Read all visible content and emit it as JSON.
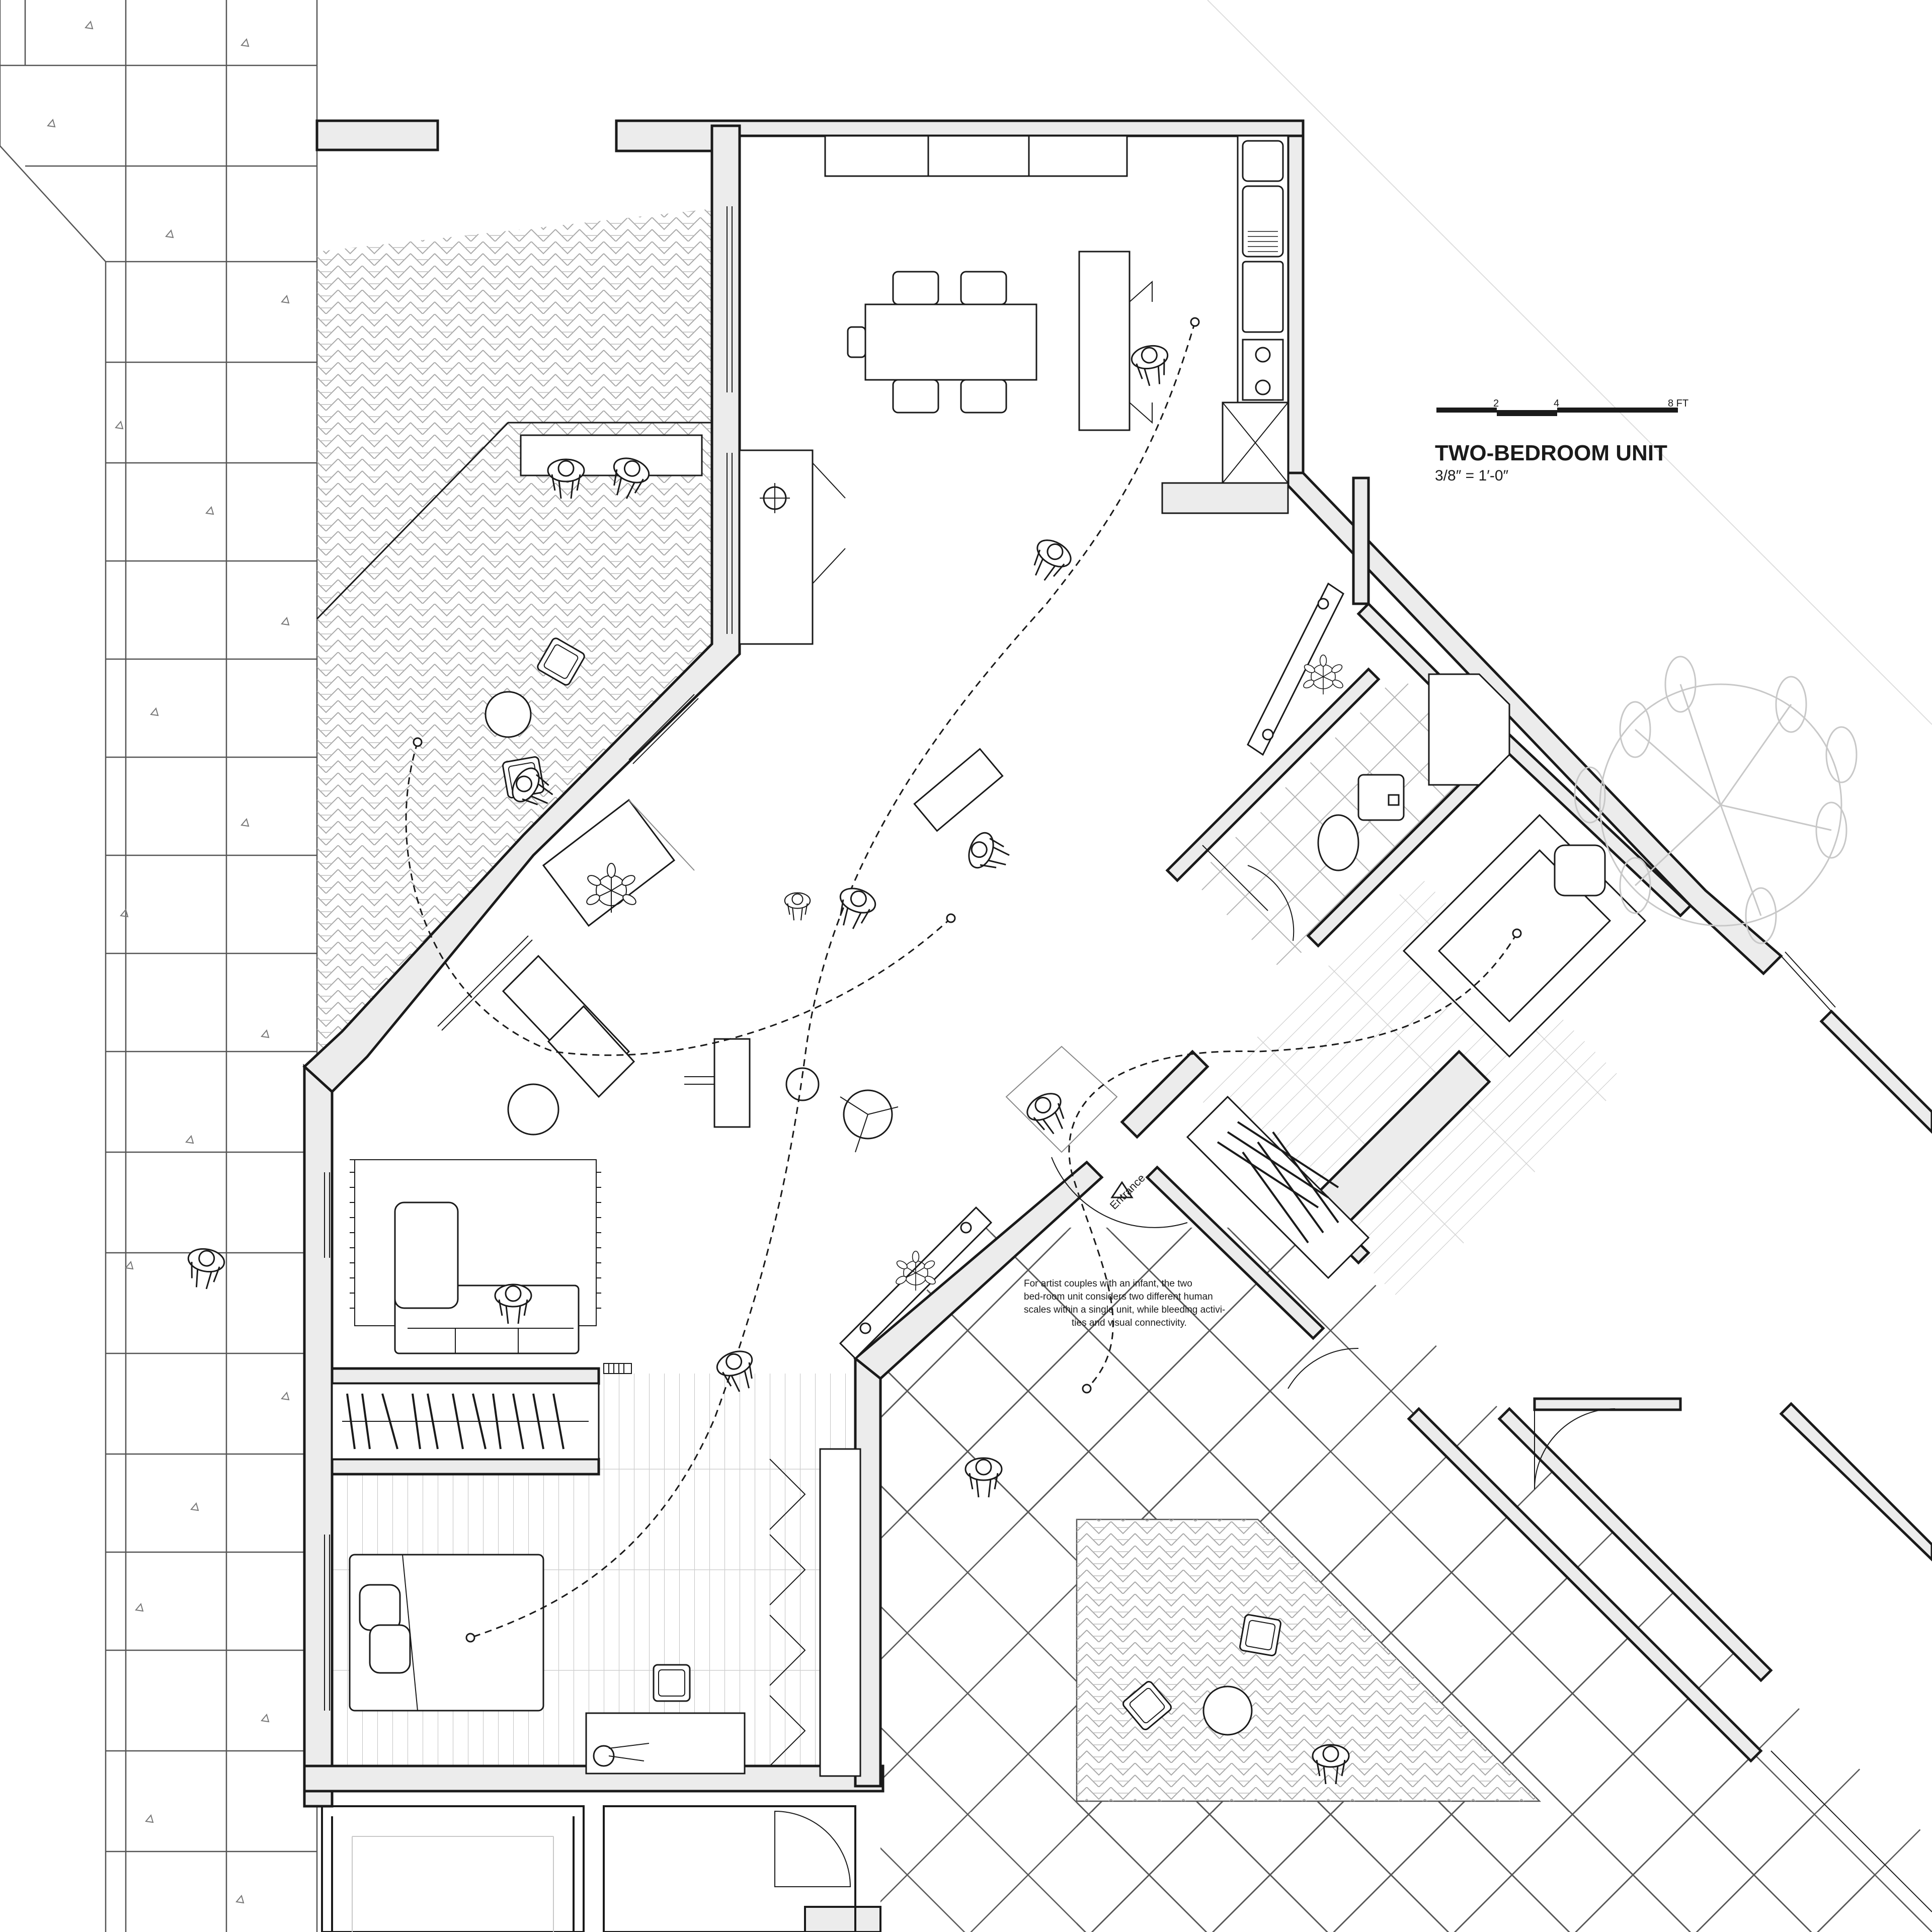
{
  "title": {
    "heading": "TWO-BEDROOM UNIT",
    "scale_note": "3/8″ = 1′-0″"
  },
  "scale_bar": {
    "ticks": [
      "2",
      "4",
      "8 FT"
    ]
  },
  "entrance_label": "Entrance",
  "description": [
    "For artist couples with an infant, the two",
    "bed-room unit considers two different human",
    "scales within a single unit, while bleeding activi-",
    "ties and visual connectivity."
  ],
  "colors": {
    "ink": "#1a1a1a",
    "wall_fill": "#ececec",
    "hatch": "#9a9a9a",
    "light_line": "#c8c8c8",
    "background": "#ffffff"
  },
  "icons": [
    "person-figure",
    "plant",
    "tree",
    "stove-burner",
    "sink",
    "toilet",
    "bathtub",
    "bed",
    "sofa",
    "dining-table",
    "chair",
    "kitchen-island",
    "wardrobe",
    "desk"
  ]
}
